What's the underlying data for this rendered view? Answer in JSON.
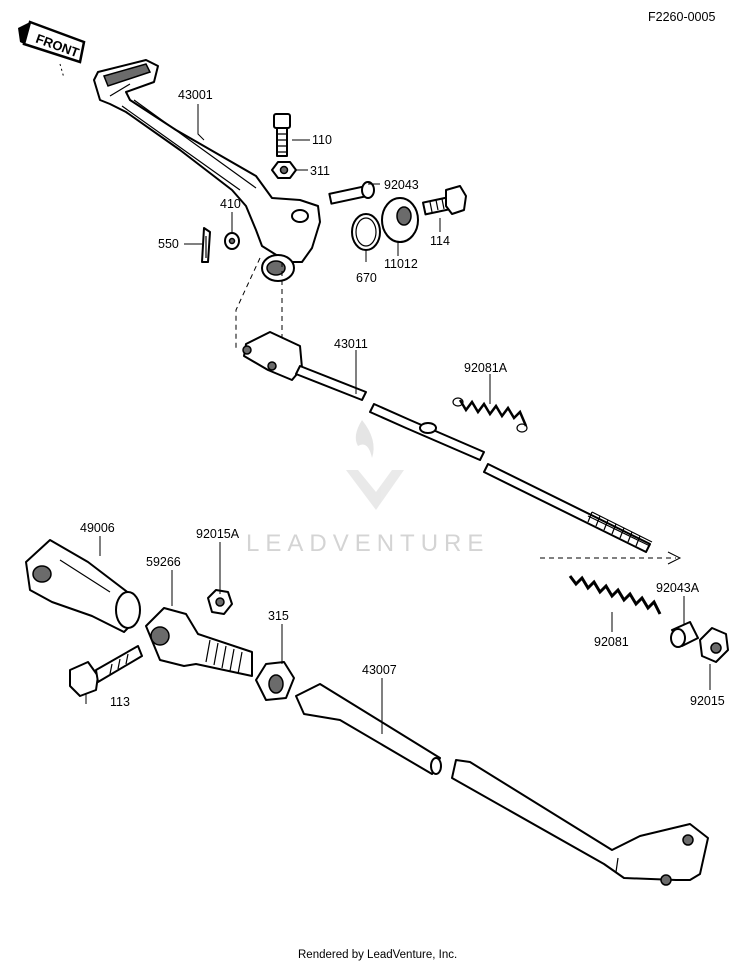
{
  "diagram_id": "F2260-0005",
  "front_label": "FRONT",
  "watermark": "LEADVENTURE",
  "footer": "Rendered by LeadVenture, Inc.",
  "parts": {
    "p43001": "43001",
    "p110": "110",
    "p311": "311",
    "p92043": "92043",
    "p410": "410",
    "p550": "550",
    "p114": "114",
    "p11012": "11012",
    "p670": "670",
    "p43011": "43011",
    "p92081A": "92081A",
    "p49006": "49006",
    "p92015A": "92015A",
    "p59266": "59266",
    "p315": "315",
    "p43007": "43007",
    "p92043A": "92043A",
    "p92081": "92081",
    "p92015": "92015",
    "p113": "113"
  }
}
